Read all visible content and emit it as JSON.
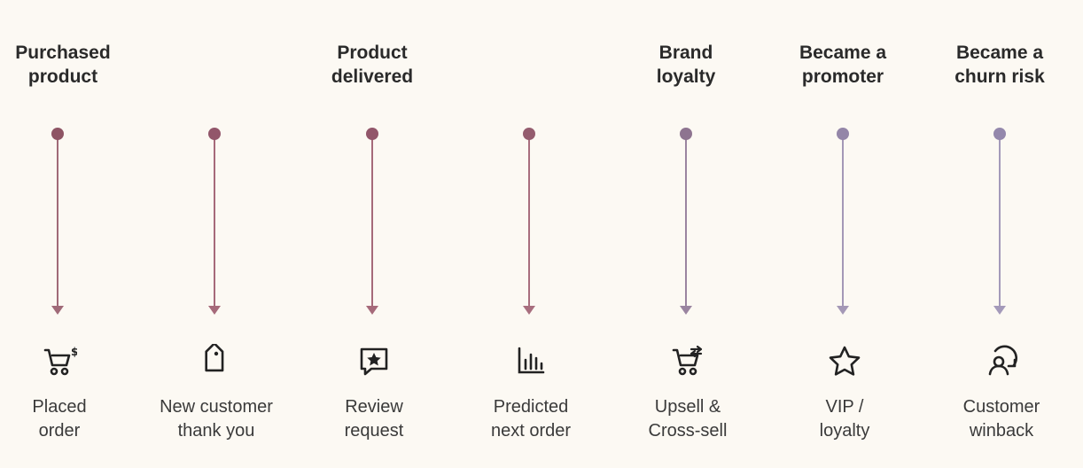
{
  "colors": {
    "background": "#fcf9f3",
    "line_start": "#e8c0c4",
    "line_end": "#d6cde0",
    "node_colors": [
      "#8e5464",
      "#92566a",
      "#92566a",
      "#945c6e",
      "#8e7490",
      "#9486a8",
      "#9488ac"
    ],
    "arrow_colors": [
      "#a06a78",
      "#a66a7a",
      "#a66a7a",
      "#a86e7e",
      "#9a84a0",
      "#a498b6",
      "#a49aba"
    ],
    "icon_color": "#222222"
  },
  "milestones": [
    {
      "top_label": "Purchased\nproduct",
      "icon": "shopping-cart-dollar-icon",
      "bottom_label": "Placed\norder"
    },
    {
      "top_label": "",
      "icon": "tag-icon",
      "bottom_label": "New customer\nthank you"
    },
    {
      "top_label": "Product\ndelivered",
      "icon": "star-message-icon",
      "bottom_label": "Review\nrequest"
    },
    {
      "top_label": "",
      "icon": "bar-chart-icon",
      "bottom_label": "Predicted\nnext order"
    },
    {
      "top_label": "Brand\nloyalty",
      "icon": "cart-arrows-icon",
      "bottom_label": "Upsell &\nCross-sell"
    },
    {
      "top_label": "Became a\npromoter",
      "icon": "star-icon",
      "bottom_label": "VIP /\nloyalty"
    },
    {
      "top_label": "Became a\nchurn risk",
      "icon": "user-refresh-icon",
      "bottom_label": "Customer\nwinback"
    }
  ]
}
